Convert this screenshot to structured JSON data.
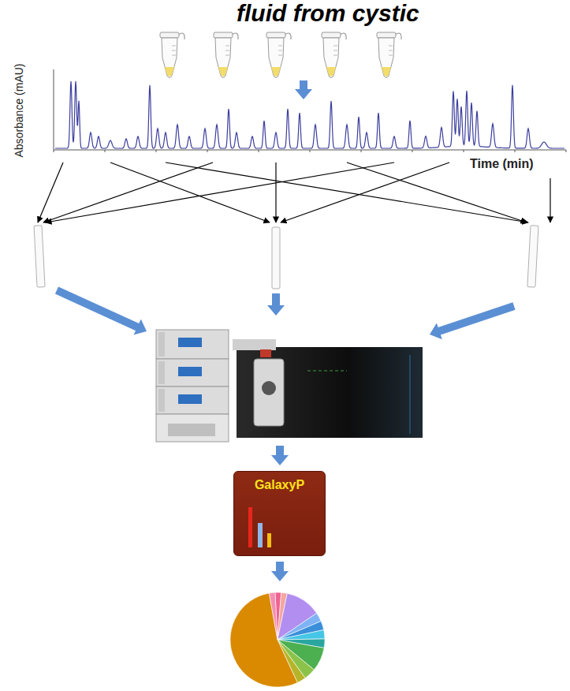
{
  "diagram": {
    "title": "fluid from cystic",
    "nodes": [
      {
        "text": [
          "GalaxyP"
        ]
      }
    ],
    "labels": [
      "Absorbance (mAU)",
      "Time (min)"
    ]
  }
}
